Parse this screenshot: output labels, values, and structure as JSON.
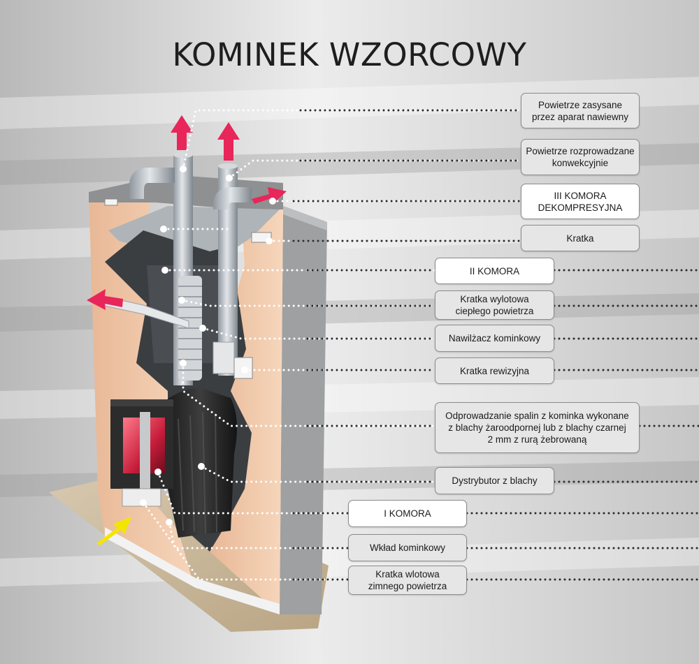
{
  "title": "KOMINEK WZORCOWY",
  "labels": [
    {
      "key": "supply_air",
      "text": "Powietrze zasysane\nprzez aparat nawiewny",
      "style": "gray"
    },
    {
      "key": "convection_air",
      "text": "Powietrze rozprowadzane\nkonwekcyjnie",
      "style": "gray"
    },
    {
      "key": "chamber3",
      "text": "III KOMORA\nDEKOMPRESYJNA",
      "style": "white"
    },
    {
      "key": "grate",
      "text": "Kratka",
      "style": "gray"
    },
    {
      "key": "chamber2",
      "text": "II KOMORA",
      "style": "white"
    },
    {
      "key": "warm_outlet",
      "text": "Kratka wylotowa\nciepłego powietrza",
      "style": "gray"
    },
    {
      "key": "humidifier",
      "text": "Nawilżacz kominkowy",
      "style": "gray"
    },
    {
      "key": "inspection",
      "text": "Kratka rewizyjna",
      "style": "gray"
    },
    {
      "key": "flue",
      "text": "Odprowadzanie spalin z kominka wykonane\nz blachy żaroodpornej lub z blachy czarnej\n2 mm z rurą żebrowaną",
      "style": "gray"
    },
    {
      "key": "distributor",
      "text": "Dystrybutor z blachy",
      "style": "gray"
    },
    {
      "key": "chamber1",
      "text": "I KOMORA",
      "style": "white"
    },
    {
      "key": "insert",
      "text": "Wkład kominkowy",
      "style": "gray"
    },
    {
      "key": "cold_inlet",
      "text": "Kratka wlotowa\nzimnego powietrza",
      "style": "gray"
    }
  ],
  "colors": {
    "background": "#d9d9d9",
    "wall_cladding": "#f1c9a9",
    "concrete": "#9ea0a1",
    "floor": "#c9b79c",
    "steel": "#b8bec3",
    "insert_body": "#262626",
    "fire": "#d8334a",
    "hot_air_arrow": "#e8265a",
    "cold_air_arrow": "#f2e600",
    "leader_dots": "#ffffff",
    "label_gray": "#e6e6e6",
    "label_white": "#ffffff"
  }
}
